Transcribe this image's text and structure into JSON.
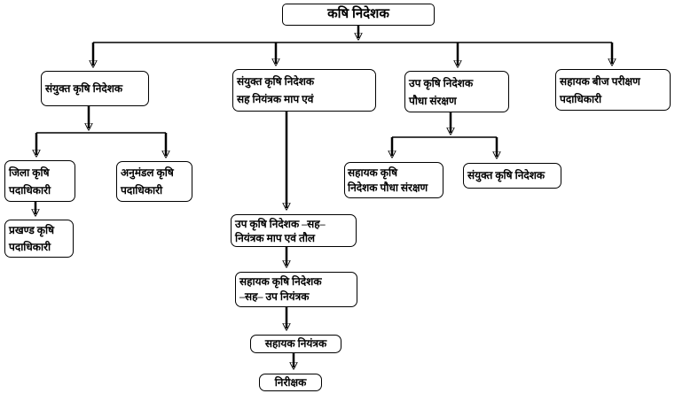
{
  "diagram": {
    "title": "कषि निदेशक",
    "colors": {
      "line": "#000000",
      "box_border": "#000000",
      "box_fill": "#ffffff",
      "text": "#000000",
      "background": "#ffffff"
    },
    "nodes": {
      "director": {
        "label": "कषि निदेशक"
      },
      "jd_agri": {
        "label": "संयुक्त कृषि निदेशक"
      },
      "jd_controller": {
        "label": "संयुक्त कृषि निदेशक\nसह नियंत्रक माप एवं"
      },
      "dd_plant": {
        "label": "उप कृषि निदेशक\nपौधा संरक्षण"
      },
      "seed_officer": {
        "label": "सहायक बीज परीक्षण\nपदाधिकारी"
      },
      "district": {
        "label": "जिला कृषि\nपदाधिकारी"
      },
      "subdivision": {
        "label": "अनुमंडल कृषि\nपदाधिकारी"
      },
      "block": {
        "label": "प्रखण्ड कृषि\nपदाधिकारी"
      },
      "dd_weights": {
        "label": "उप कृषि निदेशक –सह–\nनियंत्रक माप एवं तौल"
      },
      "ad_deputy": {
        "label": "सहायक कृषि निदेशक\n–सह– उप नियंत्रक"
      },
      "ac": {
        "label": "सहायक नियंत्रक"
      },
      "inspector": {
        "label": "निरीक्षक"
      },
      "ad_plant": {
        "label": "सहायक कृषि\nनिदेशक पौधा संरक्षण"
      },
      "jd_plant": {
        "label": "संयुक्त कृषि निदेशक"
      }
    },
    "edges": [
      {
        "from": "director",
        "to": "jd_agri"
      },
      {
        "from": "director",
        "to": "jd_controller"
      },
      {
        "from": "director",
        "to": "dd_plant"
      },
      {
        "from": "director",
        "to": "seed_officer"
      },
      {
        "from": "jd_agri",
        "to": "district"
      },
      {
        "from": "jd_agri",
        "to": "subdivision"
      },
      {
        "from": "district",
        "to": "block"
      },
      {
        "from": "jd_controller",
        "to": "dd_weights"
      },
      {
        "from": "dd_weights",
        "to": "ad_deputy"
      },
      {
        "from": "ad_deputy",
        "to": "ac"
      },
      {
        "from": "ac",
        "to": "inspector"
      },
      {
        "from": "dd_plant",
        "to": "ad_plant"
      },
      {
        "from": "dd_plant",
        "to": "jd_plant"
      }
    ]
  }
}
